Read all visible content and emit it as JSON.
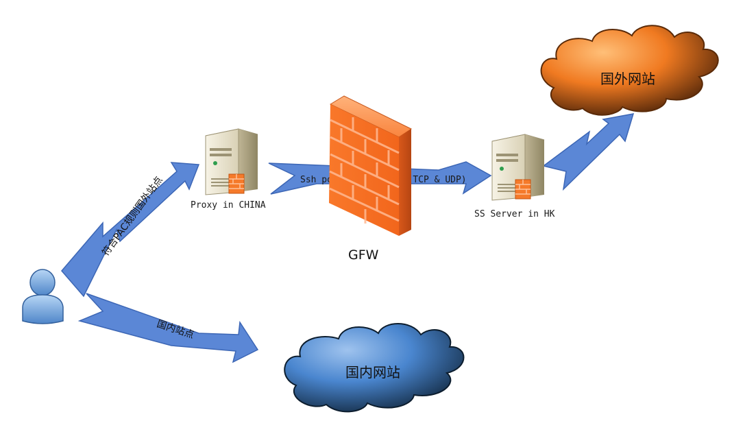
{
  "diagram": {
    "nodes": {
      "user": {
        "icon": "user-icon"
      },
      "proxy": {
        "label": "Proxy in CHINA",
        "icon": "server-icon"
      },
      "firewall": {
        "label": "GFW",
        "icon": "firewall-icon"
      },
      "ss_server": {
        "label": "SS Server in HK",
        "icon": "server-icon"
      },
      "foreign_sites": {
        "label": "国外网站",
        "color": "#e8731c"
      },
      "domestic_sites": {
        "label": "国内网站",
        "color": "#3f7fc4"
      }
    },
    "edges": {
      "user_to_proxy": {
        "label": "符合PAC规则国外站点"
      },
      "proxy_to_ss": {
        "label": "Ssh port forwarding (TCP & UDP)"
      },
      "ss_to_foreign": {
        "label": ""
      },
      "user_to_domestic": {
        "label": "国内站点"
      }
    },
    "colors": {
      "arrow_fill": "#5b87d6",
      "arrow_stroke": "#3c66b5",
      "firewall_orange": "#f57a2a"
    }
  }
}
